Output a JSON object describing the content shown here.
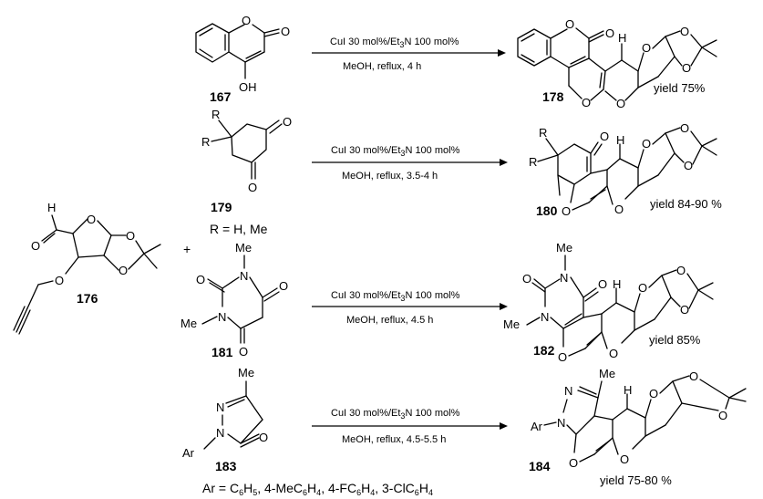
{
  "reactant": {
    "label": "176",
    "plus": "+"
  },
  "reactions": [
    {
      "reagent_label": "167",
      "reagent_atoms": {
        "oh": "OH",
        "o_ring": "O",
        "o_carbonyl": "O"
      },
      "conditions_line1": [
        "CuI 30 mol%/Et",
        "3",
        "N 100 mol%"
      ],
      "conditions_line2": "MeOH, reflux, 4 h",
      "product_label": "178",
      "yield": "yield 75%"
    },
    {
      "reagent_label": "179",
      "reagent_atoms": {
        "r1": "R",
        "r2": "R",
        "o1": "O",
        "o2": "O"
      },
      "substituent_note": "R = H, Me",
      "conditions_line1": [
        "CuI 30 mol%/Et",
        "3",
        "N 100 mol%"
      ],
      "conditions_line2": "MeOH, reflux, 3.5-4 h",
      "product_label": "180",
      "yield": "yield 84-90 %"
    },
    {
      "reagent_label": "181",
      "reagent_atoms": {
        "me1": "Me",
        "me2": "Me",
        "n1": "N",
        "n2": "N",
        "o1": "O",
        "o2": "O",
        "o3": "O"
      },
      "conditions_line1": [
        "CuI 30 mol%/Et",
        "3",
        "N 100 mol%"
      ],
      "conditions_line2": "MeOH, reflux, 4.5 h",
      "product_label": "182",
      "yield": "yield 85%"
    },
    {
      "reagent_label": "183",
      "reagent_atoms": {
        "me": "Me",
        "ar": "Ar",
        "n1": "N",
        "n2": "N",
        "o": "O"
      },
      "substituent_note": "Ar = C6H5, 4-MeC6H4, 4-FC6H4, 3-ClC6H4",
      "conditions_line1": [
        "CuI 30 mol%/Et",
        "3",
        "N 100 mol%"
      ],
      "conditions_line2": "MeOH, reflux, 4.5-5.5 h",
      "product_label": "184",
      "yield": "yield 75-80 %"
    }
  ],
  "atoms": {
    "O": "O",
    "H": "H",
    "N": "N",
    "Me": "Me",
    "R": "R",
    "Ar": "Ar"
  }
}
